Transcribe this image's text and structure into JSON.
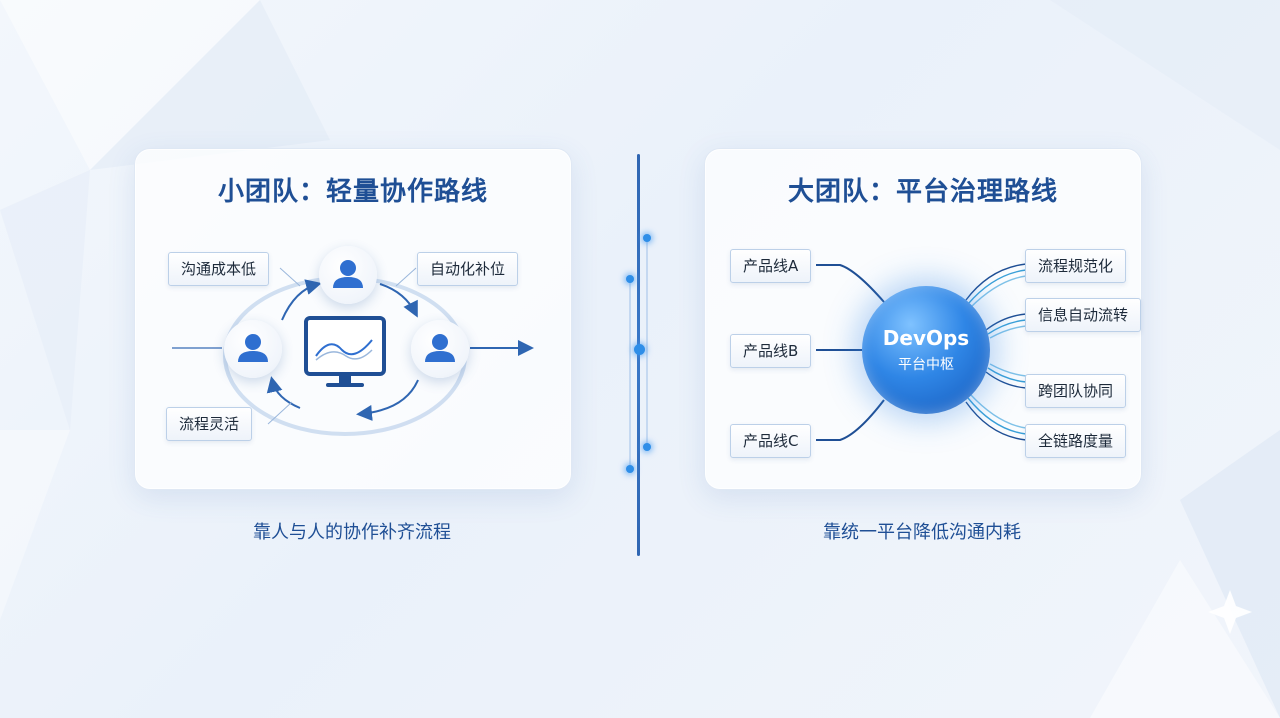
{
  "left": {
    "title": "小团队：轻量协作路线",
    "tags": [
      "沟通成本低",
      "自动化补位",
      "流程灵活"
    ],
    "caption": "靠人与人的协作补齐流程"
  },
  "right": {
    "title": "大团队：平台治理路线",
    "hub_title": "DevOps",
    "hub_subtitle": "平台中枢",
    "inputs": [
      "产品线A",
      "产品线B",
      "产品线C"
    ],
    "outputs": [
      "流程规范化",
      "信息自动流转",
      "跨团队协同",
      "全链路度量"
    ],
    "caption": "靠统一平台降低沟通内耗"
  },
  "colors": {
    "primary": "#1f4f95",
    "accent": "#2f86e6",
    "icon": "#2f6fd0"
  }
}
